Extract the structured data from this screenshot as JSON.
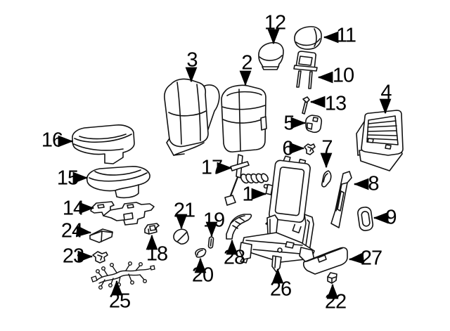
{
  "diagram": {
    "type": "exploded-parts-diagram",
    "subject": "front-seat-components",
    "background_color": "#ffffff",
    "line_color": "#111111",
    "label_color": "#000000",
    "callouts": [
      {
        "number": "1",
        "part": "seat-back-frame",
        "arrow": "right"
      },
      {
        "number": "2",
        "part": "seat-back-pad",
        "arrow": "down"
      },
      {
        "number": "3",
        "part": "seat-back-cover",
        "arrow": "down"
      },
      {
        "number": "4",
        "part": "seat-back-rear-panel",
        "arrow": "down"
      },
      {
        "number": "5",
        "part": "guide-bracket",
        "arrow": "right"
      },
      {
        "number": "6",
        "part": "retainer-clip",
        "arrow": "right"
      },
      {
        "number": "7",
        "part": "side-trim-piece",
        "arrow": "down"
      },
      {
        "number": "8",
        "part": "recliner-side-cover",
        "arrow": "left"
      },
      {
        "number": "9",
        "part": "handle-bezel",
        "arrow": "left"
      },
      {
        "number": "10",
        "part": "headrest-guide-frame",
        "arrow": "left"
      },
      {
        "number": "11",
        "part": "headrest-outer",
        "arrow": "left"
      },
      {
        "number": "12",
        "part": "headrest-inner",
        "arrow": "down"
      },
      {
        "number": "13",
        "part": "stop-pin",
        "arrow": "left"
      },
      {
        "number": "14",
        "part": "cushion-pan",
        "arrow": "right"
      },
      {
        "number": "15",
        "part": "seat-cushion-pad",
        "arrow": "right"
      },
      {
        "number": "16",
        "part": "seat-cushion-cover",
        "arrow": "right"
      },
      {
        "number": "17",
        "part": "recliner-actuator",
        "arrow": "right"
      },
      {
        "number": "18",
        "part": "adjuster-switch",
        "arrow": "up"
      },
      {
        "number": "19",
        "part": "small-pin",
        "arrow": "down"
      },
      {
        "number": "20",
        "part": "end-cap",
        "arrow": "up"
      },
      {
        "number": "21",
        "part": "corner-cover",
        "arrow": "down"
      },
      {
        "number": "22",
        "part": "adjuster-knob",
        "arrow": "up"
      },
      {
        "number": "23",
        "part": "mount-bracket",
        "arrow": "right"
      },
      {
        "number": "24",
        "part": "spacer-block",
        "arrow": "right"
      },
      {
        "number": "25",
        "part": "wiring-harness",
        "arrow": "up"
      },
      {
        "number": "26",
        "part": "seat-adjuster-track",
        "arrow": "up"
      },
      {
        "number": "27",
        "part": "outer-side-trim-panel",
        "arrow": "left"
      },
      {
        "number": "28",
        "part": "riser-bracket",
        "arrow": "up"
      }
    ]
  }
}
